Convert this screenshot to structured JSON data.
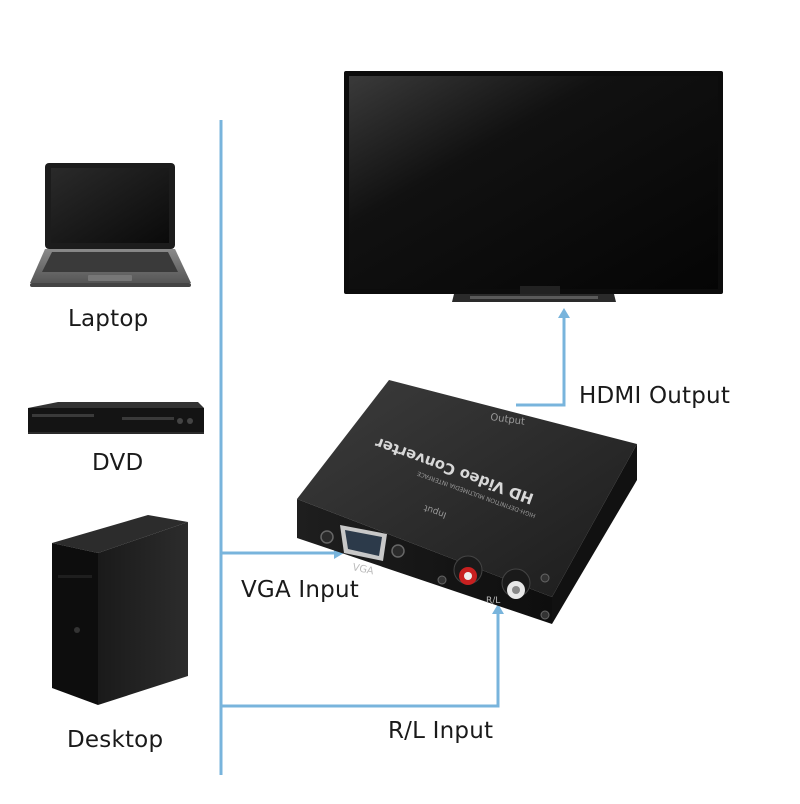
{
  "devices": {
    "laptop": "Laptop",
    "dvd": "DVD",
    "desktop": "Desktop"
  },
  "connections": {
    "hdmi_output": "HDMI Output",
    "vga_input": "VGA Input",
    "rl_input": "R/L Input"
  },
  "converter": {
    "title": "HD Video Converter",
    "subtitle": "HIGH-DEFINITION MULTIMEDIA INTERFACE",
    "output_port": "Output",
    "input_port": "Input",
    "vga_port": "VGA",
    "rl_port": "R/L"
  },
  "colors": {
    "line": "#78b4dc",
    "device_dark": "#161616",
    "label_text": "#1a1a1a"
  }
}
